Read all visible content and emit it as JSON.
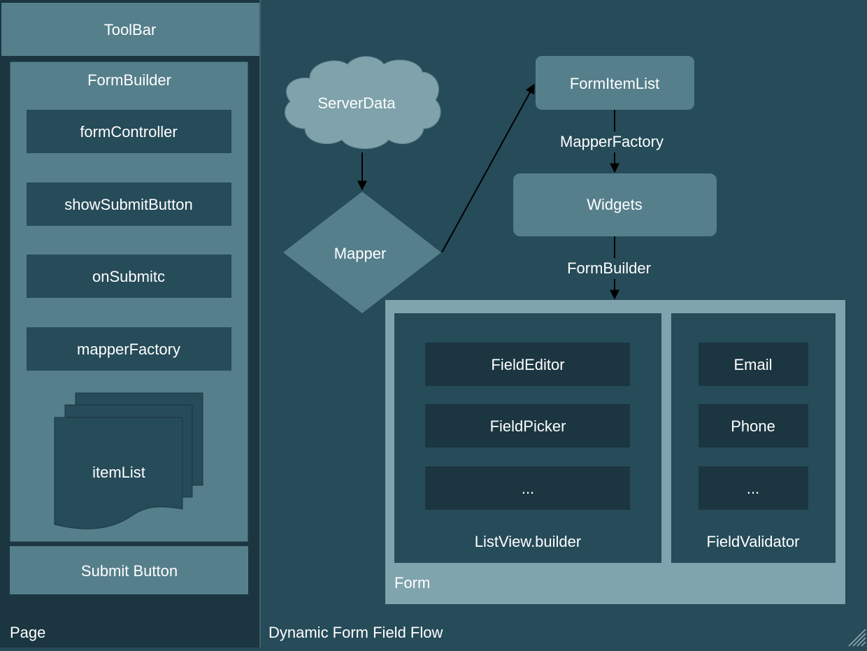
{
  "page": {
    "label": "Page",
    "toolbar": "ToolBar",
    "form_builder": {
      "title": "FormBuilder",
      "props": [
        "formController",
        "showSubmitButton",
        "onSubmitc",
        "mapperFactory"
      ],
      "item_list": "itemList"
    },
    "submit_button": "Submit Button"
  },
  "flow": {
    "label": "Dynamic Form Field Flow",
    "server_data": "ServerData",
    "mapper": "Mapper",
    "form_item_list": "FormItemList",
    "mapper_factory_edge": "MapperFactory",
    "widgets": "Widgets",
    "form_builder_edge": "FormBuilder",
    "form": {
      "label": "Form",
      "list_view": {
        "label": "ListView.builder",
        "items": [
          "FieldEditor",
          "FieldPicker",
          "..."
        ]
      },
      "validator": {
        "label": "FieldValidator",
        "items": [
          "Email",
          "Phone",
          "..."
        ]
      }
    }
  },
  "colors": {
    "background": "#264b59",
    "page_panel": "#1b3640",
    "block": "#557f8b",
    "form_outer": "#80a4ad",
    "dark_block": "#1b3640",
    "cloud": "#7fa2ab"
  }
}
